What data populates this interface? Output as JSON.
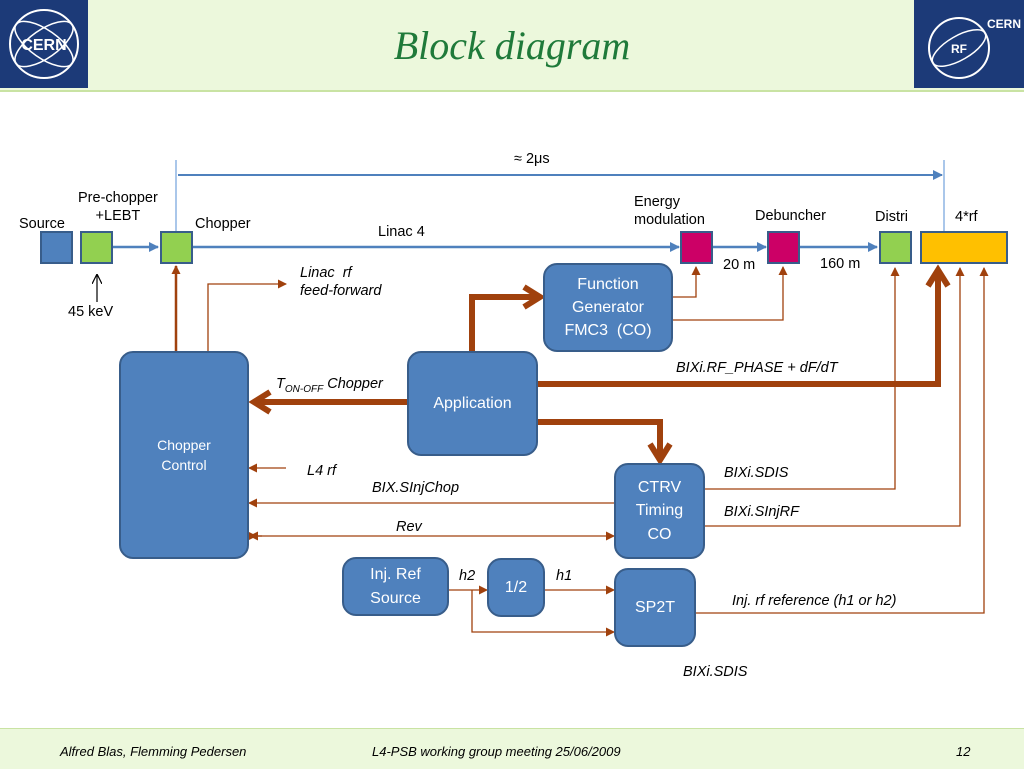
{
  "title": "Block diagram",
  "logos": {
    "left_text": "CERN",
    "right_text": "CERN",
    "right_inner": "RF"
  },
  "labels": {
    "time_span": "≈ 2μs",
    "source": "Source",
    "prechopper": "Pre-chopper\n+LEBT",
    "chopper": "Chopper",
    "linac4": "Linac 4",
    "energy_mod": "Energy\nmodulation",
    "debuncher": "Debuncher",
    "distri": "Distri",
    "four_rf": "4*rf",
    "kev": "45 keV",
    "m20": "20 m",
    "m160": "160 m",
    "linac_rf_ff": "Linac  rf\nfeed-forward",
    "t_main": "T",
    "t_sub": "ON-OFF",
    "t_chopper": " Chopper",
    "bixi_phase": "BIXi.RF_PHASE + dF/dT",
    "l4rf": "L4 rf",
    "bix_sinjchop": "BIX.SInjChop",
    "rev": "Rev",
    "bixi_sdis": "BIXi.SDIS",
    "bixi_sinjrf": "BIXi.SInjRF",
    "h2": "h2",
    "h1": "h1",
    "inj_rf_ref": "Inj. rf reference (h1 or h2)",
    "bixi_sdis2": "BIXi.SDIS"
  },
  "boxes": {
    "function_gen": "Function\nGenerator\nFMC3  (CO)",
    "application": "Application",
    "chopper_control": "Chopper\nControl",
    "ctrv": "CTRV\nTiming\nCO",
    "inj_ref": "Inj. Ref\nSource",
    "half": "1/2",
    "sp2t": "SP2T"
  },
  "footer": {
    "authors": "Alfred Blas, Flemming Pedersen",
    "meeting": "L4-PSB working group meeting  25/06/2009",
    "page": "12"
  },
  "colors": {
    "blue_box": "#4f81bd",
    "green_block": "#92d050",
    "magenta_block": "#cc0066",
    "orange_block": "#ffc000",
    "arrow_red": "#a0410d",
    "arrow_blue": "#4f81bd"
  }
}
